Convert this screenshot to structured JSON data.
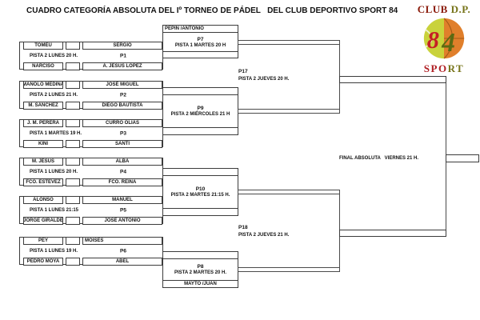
{
  "title": "CUADRO CATEGORÍA ABSOLUTA DEL Iº TORNEO DE PÁDEL   DEL CLUB DEPORTIVO SPORT 84",
  "logo": {
    "club_red": "CLUB",
    "club_olive": " D.P.",
    "number_left": "8",
    "number_right": "4",
    "sport_red": "SPO",
    "sport_olive": "RT",
    "colors": {
      "logo_dark_red": "#8a1a0a",
      "logo_olive": "#77741a",
      "sport_red": "#b01f24",
      "ball_green": "#c9d23b",
      "ball_orange": "#e07f2b",
      "number_red": "#c52025",
      "number_olive": "#5c6a12"
    }
  },
  "round1": {
    "matches": [
      {
        "code": "P1",
        "schedule": "PISTA 2 LUNES 20 H.",
        "top_left": "TOMEU",
        "top_right": "SERGIO",
        "bottom_left": "NARCISO",
        "bottom_right": "A. JESÚS LÓPEZ"
      },
      {
        "code": "P2",
        "schedule": "PISTA 2 LUNES 21 H.",
        "top_left": "MANOLO MEDINA",
        "top_right": "JOSÉ MIGUEL",
        "bottom_left": "M. SANCHEZ",
        "bottom_right": "DIEGO BAUTISTA"
      },
      {
        "code": "P3",
        "schedule": "PISTA 1 MARTES 19 H.",
        "top_left": "J. M. PERERA",
        "top_right": "CURRO OLIAS",
        "bottom_left": "KINI",
        "bottom_right": "SANTI"
      },
      {
        "code": "P4",
        "schedule": "PISTA 1 LUNES 20 H.",
        "top_left": "M. JESÚS",
        "top_right": "ALBA",
        "bottom_left": "FCO. ESTEVEZ",
        "bottom_right": "FCO. REINA"
      },
      {
        "code": "P5",
        "schedule": "PISTA 1 LUNES 21:15",
        "top_left": "ALONSO",
        "top_right": "MANUEL",
        "bottom_left": "JORGE GIRALDE",
        "bottom_right": "JOSE ANTONIO"
      },
      {
        "code": "P6",
        "schedule": "PISTA 1 LUNES 19 H.",
        "top_left": "PEY",
        "top_right": "MOISES",
        "bottom_left": "PEDRO MOYA",
        "bottom_right": "ABEL"
      }
    ]
  },
  "quarterfinals": [
    {
      "code": "P7",
      "schedule": "PISTA 1 MARTES 20 H",
      "header": "PEPIN /ANTONIO",
      "footer": ""
    },
    {
      "code": "P9",
      "schedule": "PISTA 2 MIÉRCOLES 21 H",
      "header": "",
      "footer": ""
    },
    {
      "code": "P10",
      "schedule": "PISTA 2 MARTES 21:15 H.",
      "header": "",
      "footer": ""
    },
    {
      "code": "P8",
      "schedule": "PISTA 2 MARTES 20 H.",
      "header": "",
      "footer": "MAYTO /JUAN"
    }
  ],
  "semifinals": [
    {
      "code": "P17",
      "schedule": "PISTA 2 JUEVES 20 H."
    },
    {
      "code": "P18",
      "schedule": "PISTA 2 JUEVES 21 H."
    }
  ],
  "final_label": "FINAL ABSOLUTA   VIERNES 21 H."
}
